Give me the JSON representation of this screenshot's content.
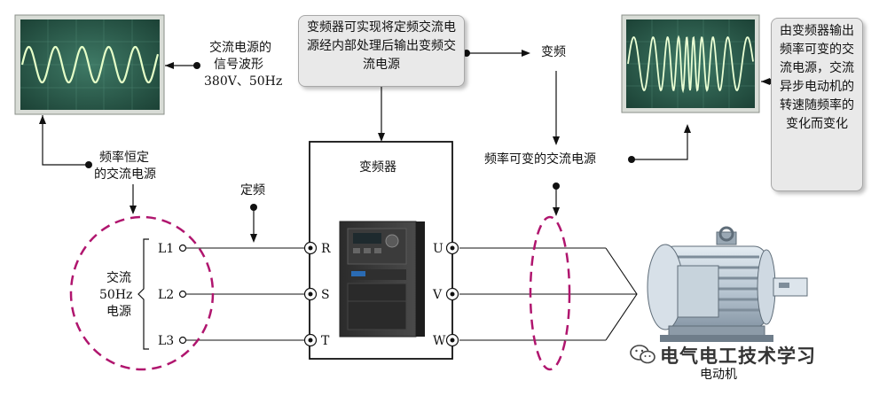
{
  "callouts": {
    "center": "变频器可实现将定频交流电源经内部处理后输出变频交流电源",
    "right": "由变频器输出频率可变的交流电源，交流异步电动机的转速随频率的变化而变化"
  },
  "labels": {
    "signal_line1": "交流电源的",
    "signal_line2": "信号波形",
    "signal_line3": "380V、50Hz",
    "biaopin": "变频",
    "const_freq_line1": "频率恒定",
    "const_freq_line2": "的交流电源",
    "dingpin": "定频",
    "inverter": "变频器",
    "variable_freq": "频率可变的交流电源",
    "ac_line1": "交流",
    "ac_line2": "50Hz",
    "ac_line3": "电源",
    "motor": "电动机"
  },
  "terminals": {
    "inputs": [
      "L1",
      "L2",
      "L3"
    ],
    "inverter_in": [
      "R",
      "S",
      "T"
    ],
    "inverter_out": [
      "U",
      "V",
      "W"
    ]
  },
  "watermark": "电气电工技术学习",
  "colors": {
    "scope_screen": "#2a5a4c",
    "wave": "#d8ffb8",
    "dashed_ellipse": "#b0156e",
    "callout_bg": "#e9e9e9"
  }
}
